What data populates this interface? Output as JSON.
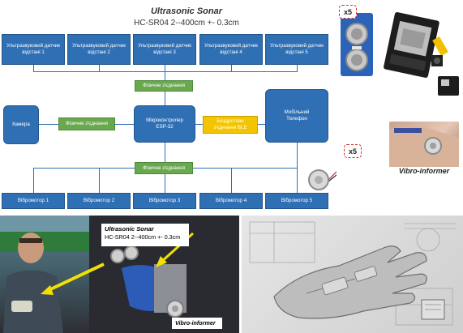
{
  "diagram": {
    "title": "Ultrasonic Sonar",
    "subtitle": "HC-SR04 2--400cm +- 0.3cm",
    "sensors": [
      "Ультразвуковий датчик відстані 1",
      "Ультразвуковий датчик відстані 2",
      "Ультразвуковий датчик відстані 3",
      "Ультразвуковий датчик відстані 4",
      "Ультразвуковий датчик відстані 5"
    ],
    "physical_top": "Фізичне з'єднання",
    "physical_left": "Фізичне з'єднання",
    "physical_bottom": "Фізичне з'єднання",
    "camera": "Камера",
    "microcontroller_line1": "Мікроконтролер",
    "microcontroller_line2": "ESP-32",
    "wireless_line1": "Бездротове",
    "wireless_line2": "з'єднання BLE",
    "phone_line1": "Мобільний",
    "phone_line2": "Телефон",
    "vibromotors": [
      "Вібромотор 1",
      "Вібромотор 2",
      "Вібромотор 3",
      "Вібромотор 4",
      "Вібромотор 5"
    ],
    "badge_sensors": "x5",
    "badge_motors": "x5",
    "vibro_informer": "Vibro-informer"
  },
  "photo_left": {
    "callout_title": "Ultrasonic Sonar",
    "callout_subtitle": "HC-SR04 2--400cm +- 0.3cm",
    "vibro_label": "Vibro-informer"
  },
  "colors": {
    "blue": "#2f6fb4",
    "green": "#6aa84f",
    "yellow": "#f3c400",
    "arrow": "#f2e000"
  }
}
